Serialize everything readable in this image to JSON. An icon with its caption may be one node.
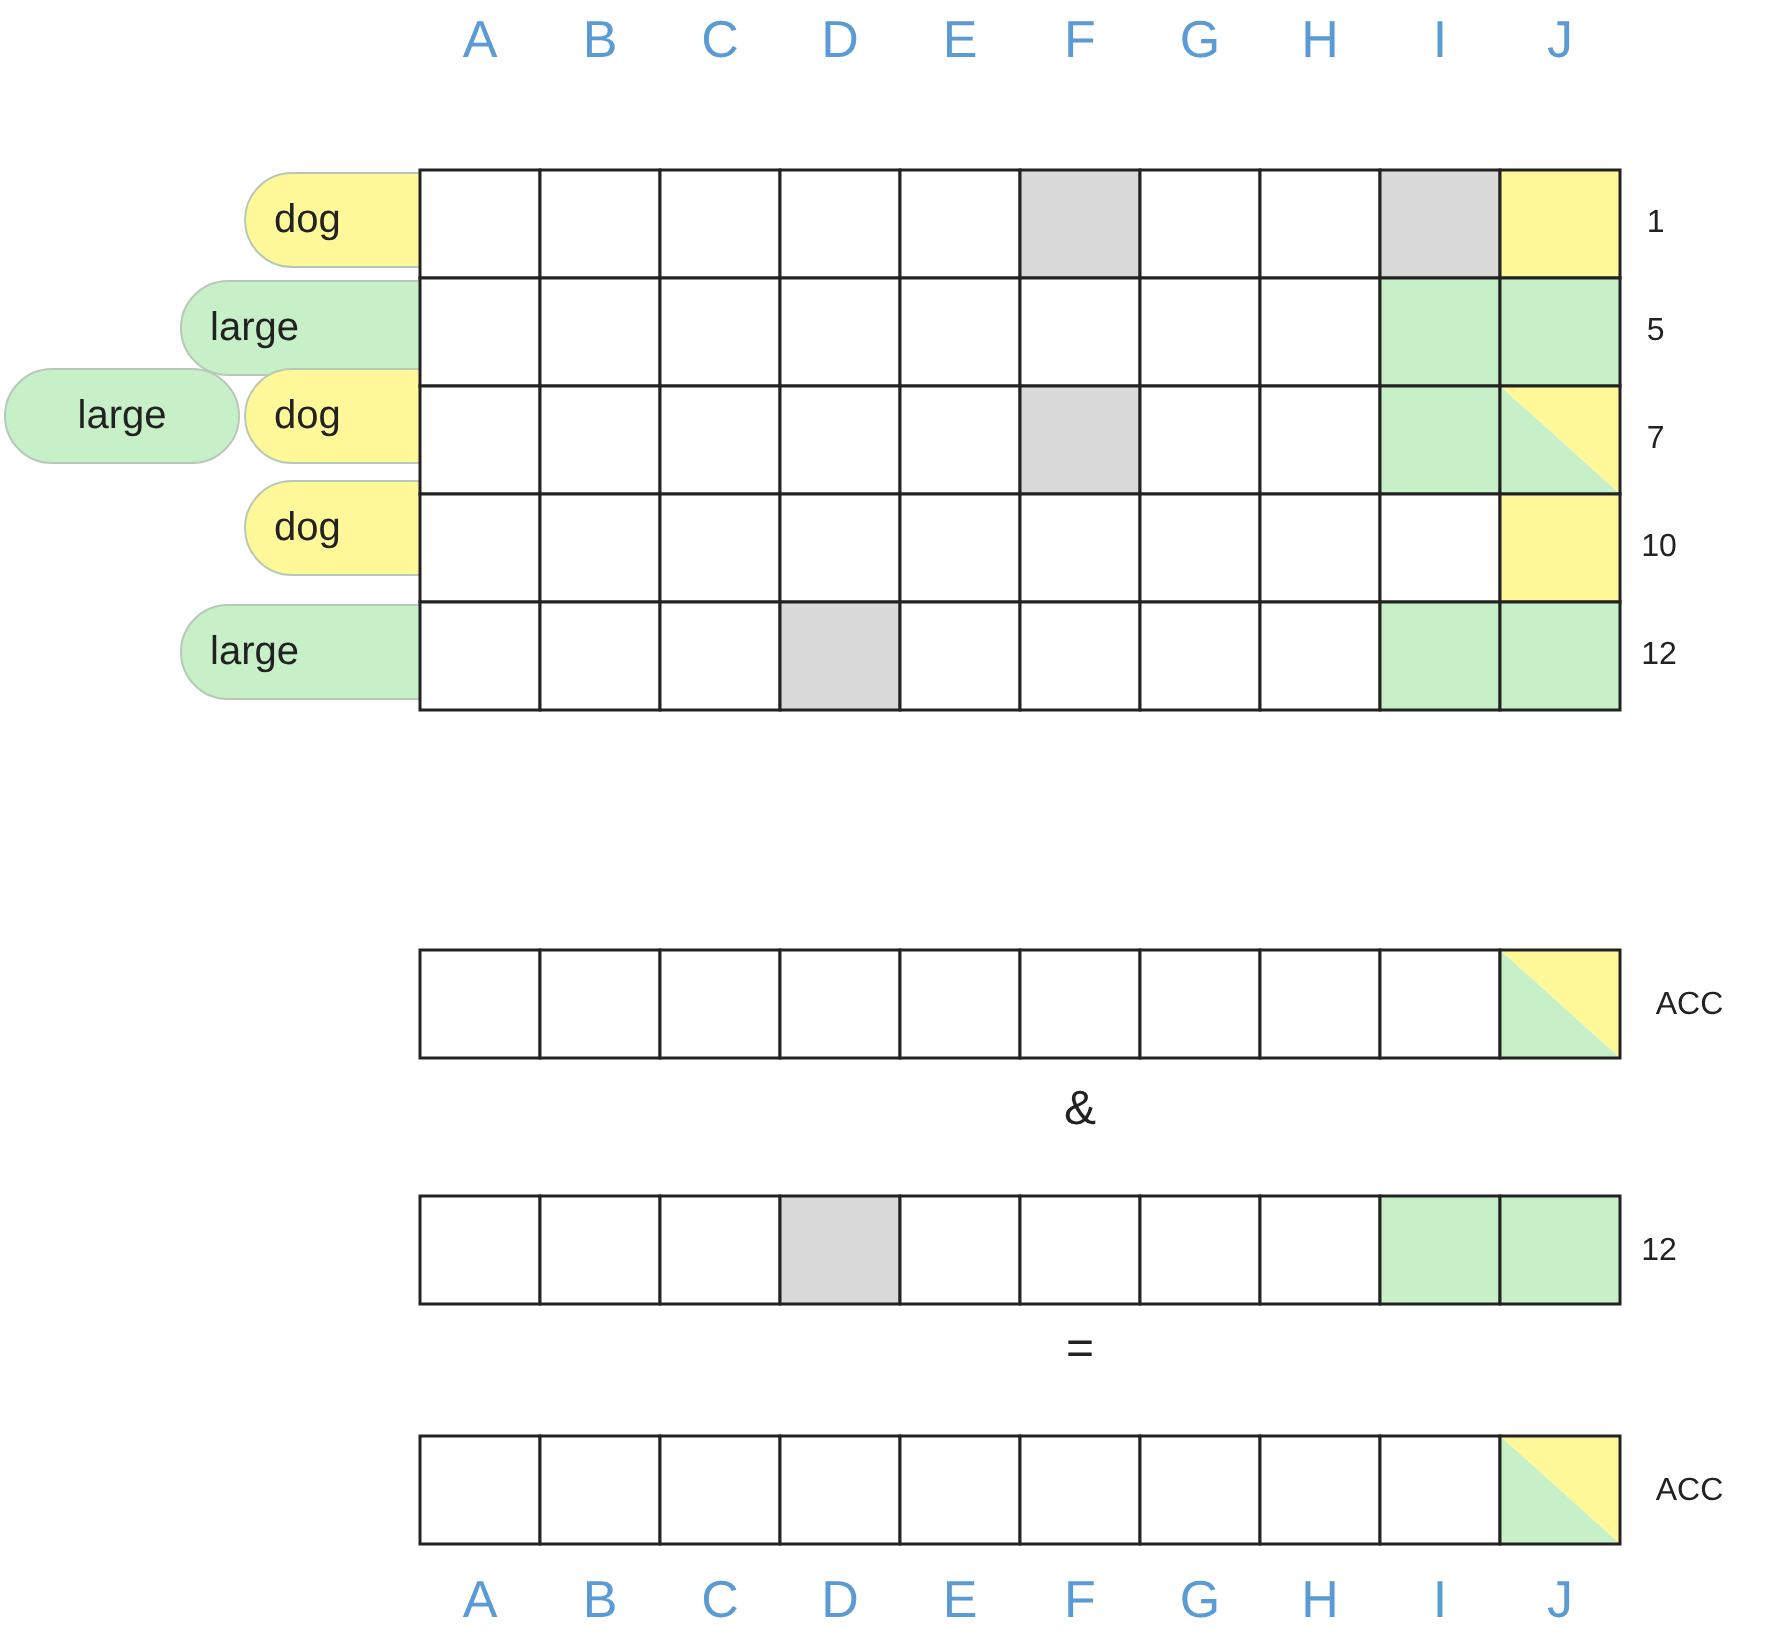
{
  "diagram": {
    "nodes": [
      {
        "text": [
          "dog"
        ]
      },
      {
        "text": [
          "large"
        ]
      },
      {
        "text": [
          "large"
        ]
      },
      {
        "text": [
          "dog"
        ]
      },
      {
        "text": [
          "dog"
        ]
      },
      {
        "text": [
          "large"
        ]
      }
    ],
    "edges": [],
    "labels": [
      "A",
      "B",
      "C",
      "D",
      "E",
      "F",
      "G",
      "H",
      "I",
      "J",
      "1",
      "5",
      "7",
      "10",
      "12",
      "ACC",
      "&",
      "12",
      "=",
      "ACC",
      "A",
      "B",
      "C",
      "D",
      "E",
      "F",
      "G",
      "H",
      "I",
      "J"
    ]
  }
}
